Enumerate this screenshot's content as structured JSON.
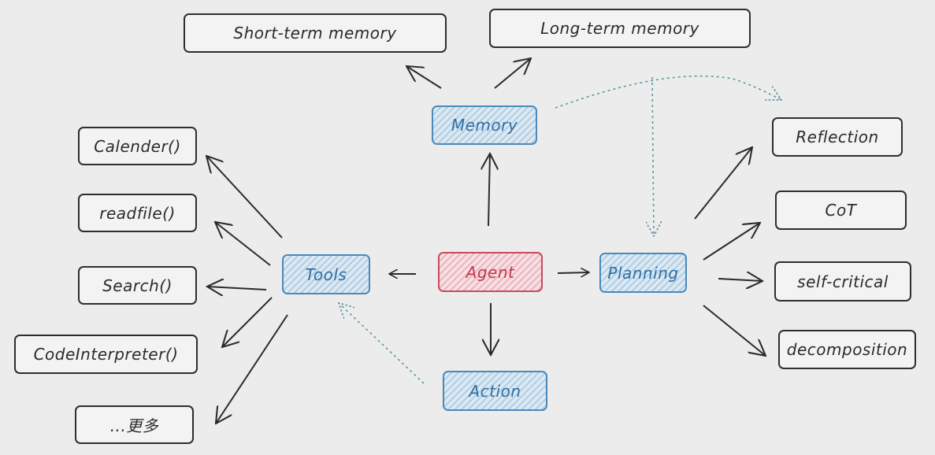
{
  "diagram": {
    "center": {
      "label": "Agent",
      "color": "#c94b5e"
    },
    "modules": {
      "memory": "Memory",
      "planning": "Planning",
      "tools": "Tools",
      "action": "Action"
    },
    "memory_items": [
      "Short-term memory",
      "Long-term memory"
    ],
    "planning_items": [
      "Reflection",
      "CoT",
      "self-critical",
      "decomposition"
    ],
    "tool_items": [
      "Calender()",
      "readfile()",
      "Search()",
      "CodeInterpreter()",
      "...更多"
    ],
    "colors": {
      "module_border": "#4a89b8",
      "module_text": "#2f6fa6",
      "arrow": "#2b2b2b",
      "dotted_arrow": "#5a9aa0"
    }
  }
}
